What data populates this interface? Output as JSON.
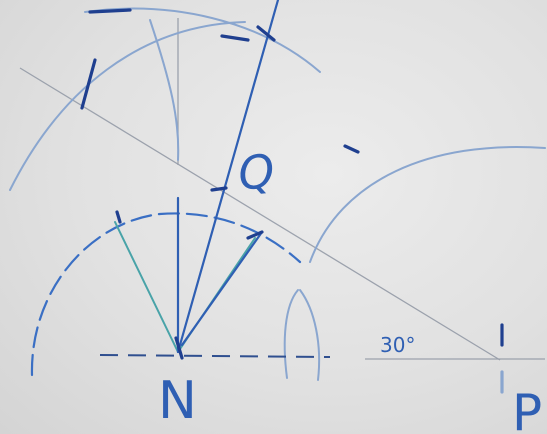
{
  "labels": {
    "point_q": "Q",
    "point_n": "N",
    "point_p": "P",
    "angle": "30°"
  },
  "colors": {
    "board": "#e3e3e3",
    "pencil": "#8f96a3",
    "marker_blue": "#3a6fc4",
    "marker_dark": "#1f3f8f",
    "marker_teal": "#49a3a8",
    "arc_light": "#8aa6cf"
  }
}
